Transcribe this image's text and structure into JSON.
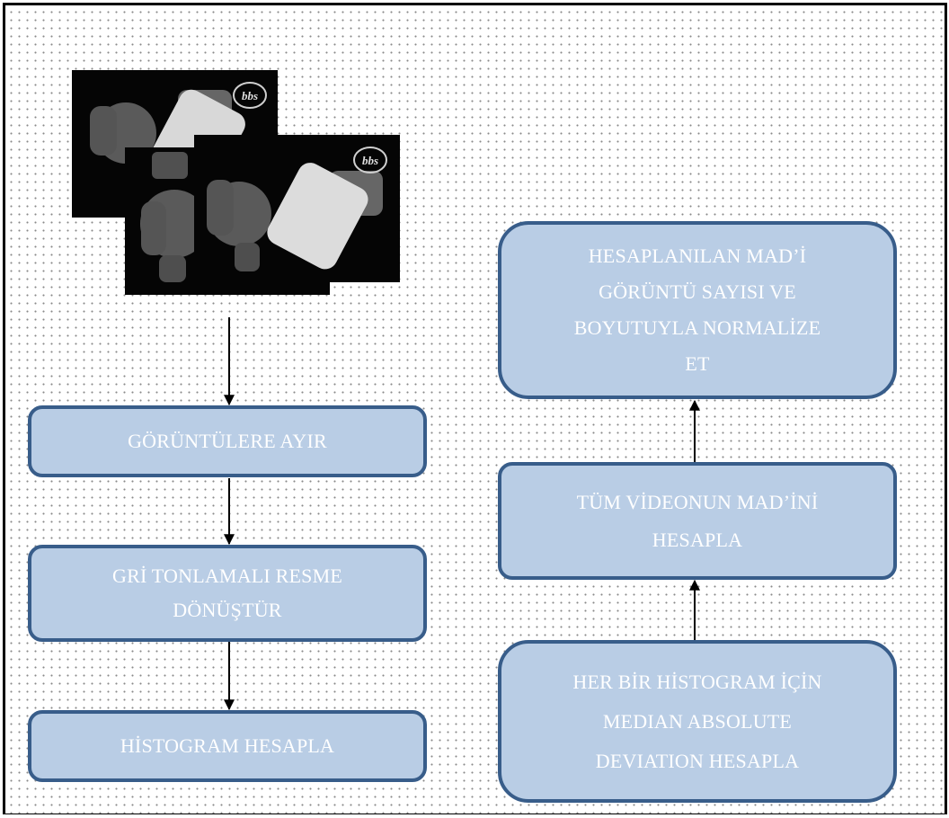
{
  "diagram": {
    "steps": {
      "split_frames": "GÖRÜNTÜLERE AYIR",
      "grayscale": "GRİ TONLAMALI RESME\nDÖNÜŞTÜR",
      "histogram": "HİSTOGRAM HESAPLA",
      "mad_per_histogram": "HER BİR HİSTOGRAM İÇİN\nMEDIAN ABSOLUTE\nDEVIATION HESAPLA",
      "video_mad": "TÜM VİDEONUN MAD’İNİ\nHESAPLA",
      "normalize": "HESAPLANILAN MAD’İ\nGÖRÜNTÜ SAYISI VE\nBOYUTUYLA NORMALİZE\nET"
    },
    "frame_logo": "bbs",
    "colors": {
      "box_fill": "#b9cde5",
      "box_border": "#385d8a",
      "box_text": "#ffffff",
      "arrow": "#000000"
    }
  }
}
